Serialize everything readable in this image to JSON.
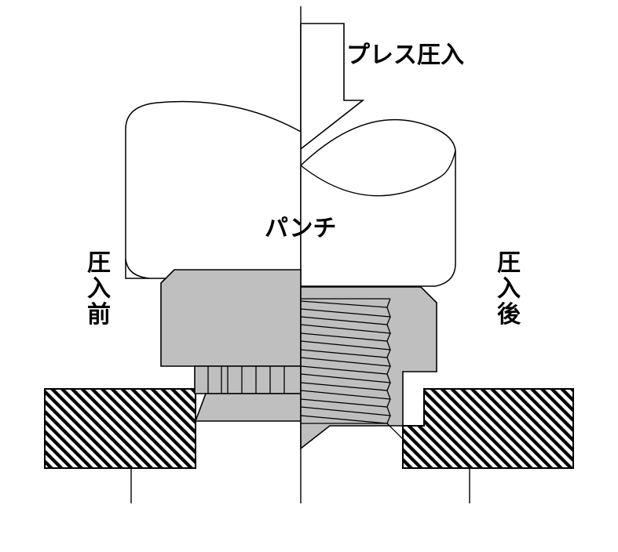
{
  "diagram": {
    "title_label": "プレス圧入",
    "punch_label": "パンチ",
    "left_label": "圧入前",
    "left_label_chars": [
      "圧",
      "入",
      "前"
    ],
    "right_label": "圧入後",
    "right_label_chars": [
      "圧",
      "入",
      "後"
    ],
    "colors": {
      "metal_fill": "#BFBFBF",
      "outline": "#000000",
      "background": "#FFFFFF",
      "hatch": "#000000",
      "punch_fill": "#FFFFFF"
    },
    "parts": {
      "punch_name": "punch",
      "nut_name": "press-fit-nut",
      "plate_name": "sheet-metal-plate",
      "arrow_name": "press-force-arrow",
      "knurl_name": "knurl-band",
      "thread_name": "internal-thread"
    },
    "annotations": {
      "center_line": "vertical-centerline",
      "left_section": "before-press-fit",
      "right_section": "after-press-fit"
    }
  }
}
